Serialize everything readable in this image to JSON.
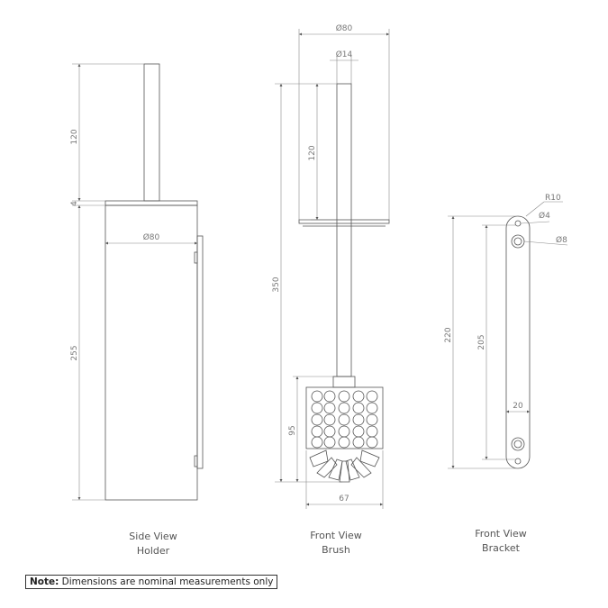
{
  "side_view": {
    "caption_line1": "Side View",
    "caption_line2": "Holder",
    "dims": {
      "stick_height": "120",
      "plate_thickness": "4",
      "body_height": "255",
      "diameter": "Ø80"
    }
  },
  "brush_view": {
    "caption_line1": "Front View",
    "caption_line2": "Brush",
    "dims": {
      "lid_diameter": "Ø80",
      "handle_diameter": "Ø14",
      "handle_length": "120",
      "total_length": "350",
      "head_height": "95",
      "head_width": "67"
    }
  },
  "bracket_view": {
    "caption_line1": "Front View",
    "caption_line2": "Bracket",
    "dims": {
      "radius": "R10",
      "small_hole": "Ø4",
      "large_hole": "Ø8",
      "total_length": "220",
      "hole_spacing": "205",
      "width": "20"
    }
  },
  "note": {
    "label": "Note:",
    "text": " Dimensions are nominal measurements only"
  }
}
